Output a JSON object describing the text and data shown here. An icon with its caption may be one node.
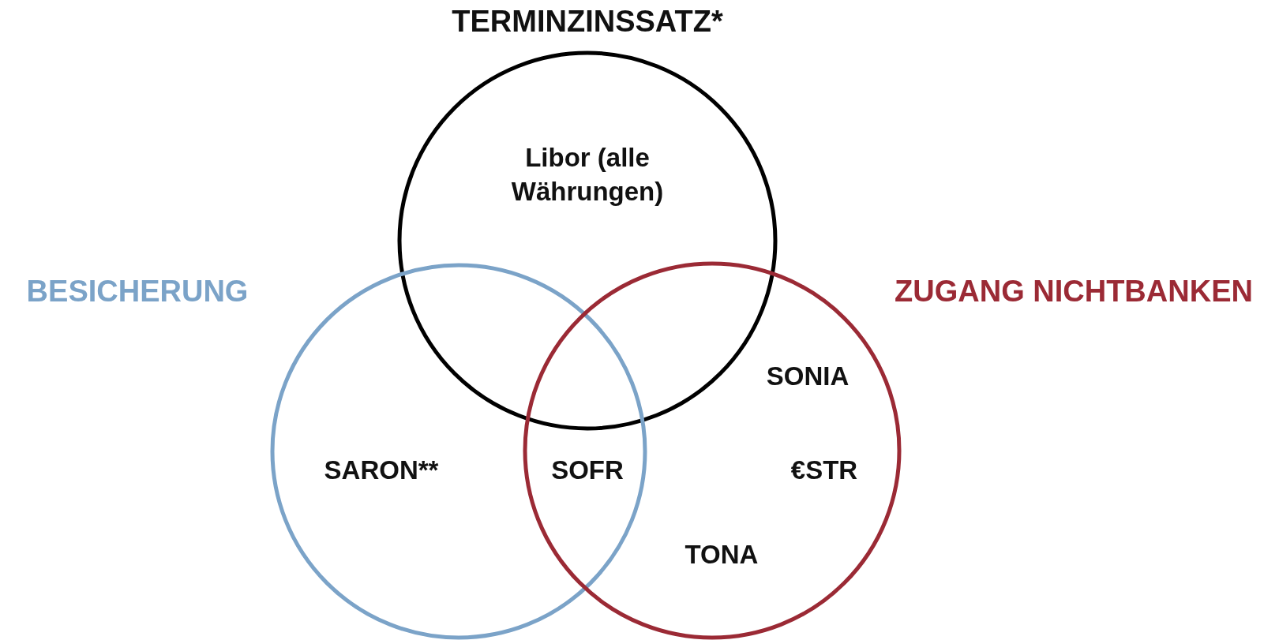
{
  "diagram": {
    "nodes": [
      {
        "text": [
          "TERMINZINSSATZ*"
        ]
      },
      {
        "text": [
          "BESICHERUNG"
        ]
      },
      {
        "text": [
          "ZUGANG NICHTBANKEN"
        ]
      }
    ],
    "labels": [
      "Libor (alle Währungen)",
      "SONIA",
      "SARON**",
      "SOFR",
      "€STR",
      "TONA"
    ]
  }
}
